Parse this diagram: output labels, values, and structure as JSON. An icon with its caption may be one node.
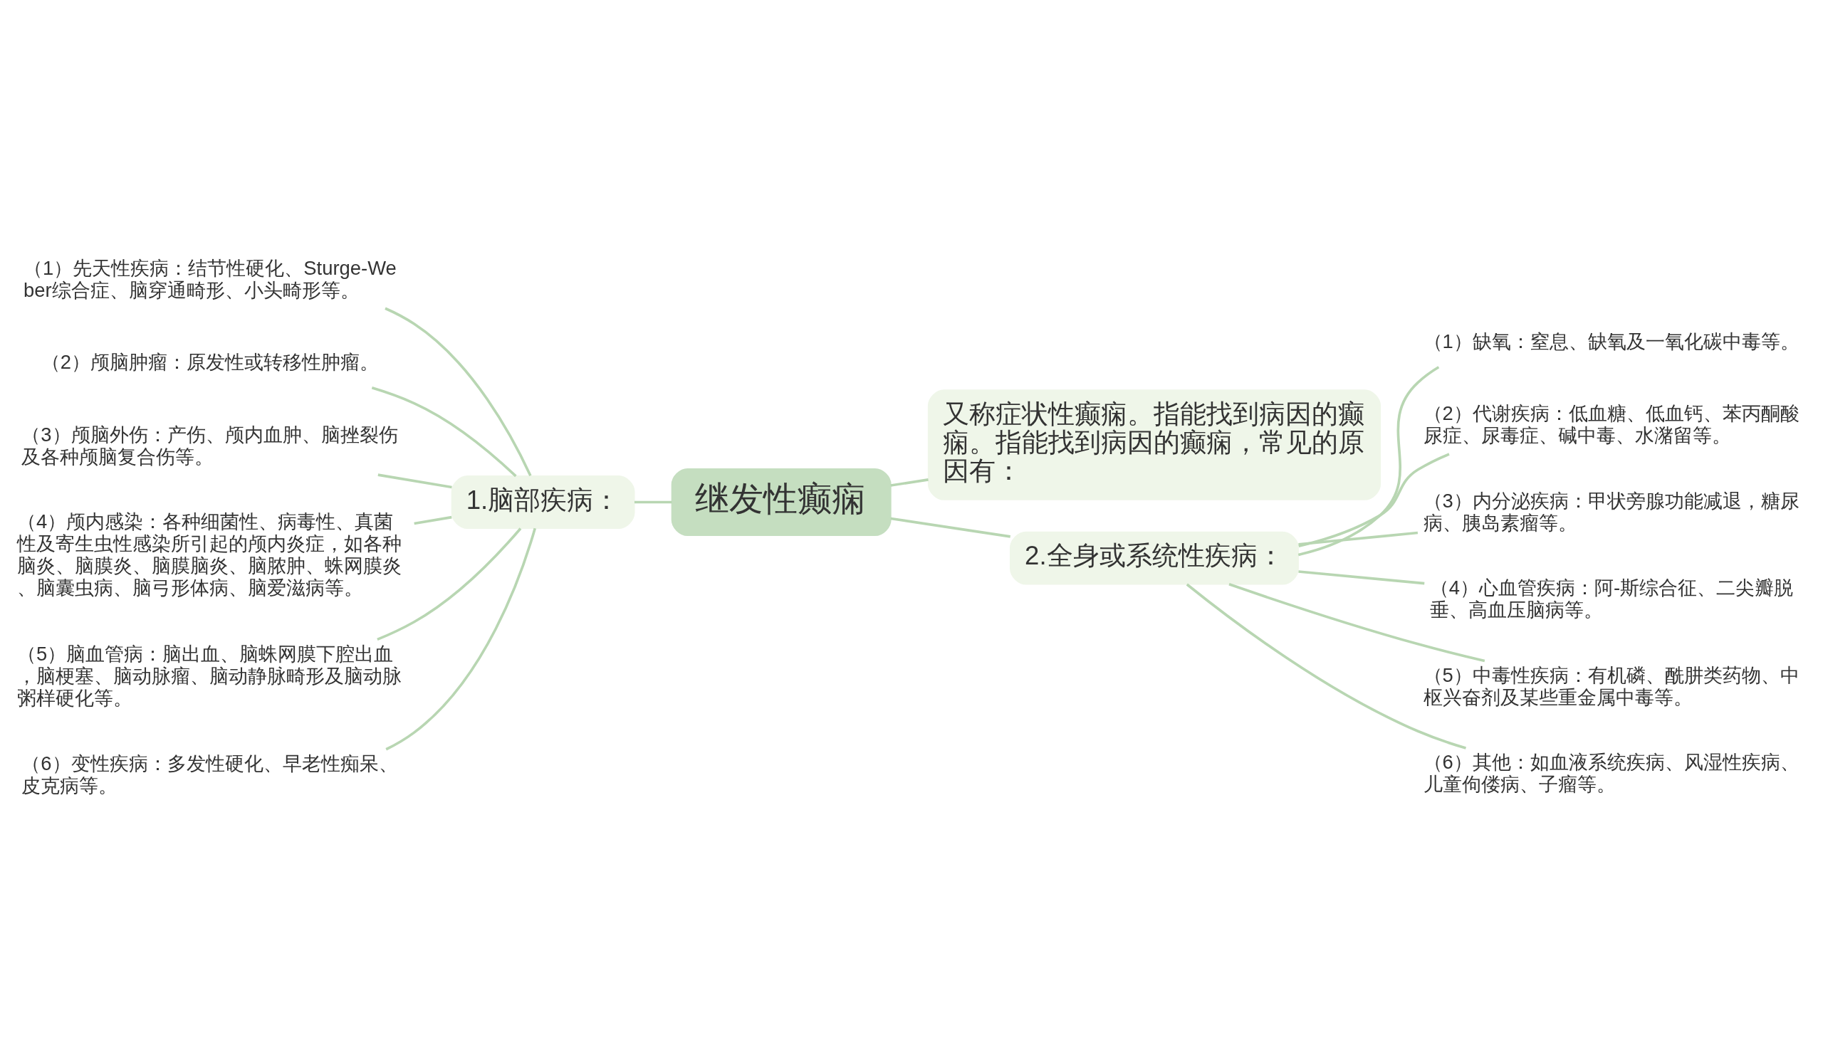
{
  "diagram": {
    "nodes": [
      {
        "text": [
          "继发性癫痫"
        ]
      },
      {
        "text": [
          "1.脑部疾病："
        ]
      },
      {
        "text": [
          "（1）先天性疾病：结节性硬化、Sturge-Weber综合症、脑穿通畸形、小头畸形等。"
        ]
      },
      {
        "text": [
          "（2）颅脑肿瘤：原发性或转移性肿瘤。"
        ]
      },
      {
        "text": [
          "（3）颅脑外伤：产伤、颅内血肿、脑挫裂伤及各种颅脑复合伤等。"
        ]
      },
      {
        "text": [
          "（4）颅内感染：各种细菌性、病毒性、真菌性及寄生虫性感染所引起的颅内炎症，如各种脑炎、脑膜炎、脑膜脑炎、脑脓肿、蛛网膜炎、脑囊虫病、脑弓形体病、脑爱滋病等。"
        ]
      },
      {
        "text": [
          "（5）脑血管病：脑出血、脑蛛网膜下腔出血，脑梗塞、脑动脉瘤、脑动静脉畸形及脑动脉粥样硬化等。"
        ]
      },
      {
        "text": [
          "（6）变性疾病：多发性硬化、早老性痴呆、皮克病等。"
        ]
      },
      {
        "text": [
          "又称症状性癫痫。指能找到病因的癫痫。指能找到病因的癫痫，常见的原因有："
        ]
      },
      {
        "text": [
          "2.全身或系统性疾病："
        ]
      },
      {
        "text": [
          "（1）缺氧：窒息、缺氧及一氧化碳中毒等。"
        ]
      },
      {
        "text": [
          "（2）代谢疾病：低血糖、低血钙、苯丙酮酸尿症、尿毒症、碱中毒、水潴留等。"
        ]
      },
      {
        "text": [
          "（3）内分泌疾病：甲状旁腺功能减退，糖尿病、胰岛素瘤等。"
        ]
      },
      {
        "text": [
          "（4）心血管疾病：阿-斯综合征、二尖瓣脱垂、高血压脑病等。"
        ]
      },
      {
        "text": [
          "（5）中毒性疾病：有机磷、酰肼类药物、中枢兴奋剂及某些重金属中毒等。"
        ]
      },
      {
        "text": [
          "（6）其他：如血液系统疾病、风湿性疾病、儿童佝偻病、子瘤等。"
        ]
      }
    ],
    "edges": [
      {
        "from": 0,
        "to": 1,
        "arrow": "none"
      },
      {
        "from": 1,
        "to": 2,
        "arrow": "none"
      },
      {
        "from": 1,
        "to": 3,
        "arrow": "none"
      },
      {
        "from": 1,
        "to": 4,
        "arrow": "none"
      },
      {
        "from": 1,
        "to": 5,
        "arrow": "none"
      },
      {
        "from": 1,
        "to": 6,
        "arrow": "none"
      },
      {
        "from": 1,
        "to": 7,
        "arrow": "none"
      },
      {
        "from": 0,
        "to": 8,
        "arrow": "none"
      },
      {
        "from": 0,
        "to": 9,
        "arrow": "none"
      },
      {
        "from": 9,
        "to": 10,
        "arrow": "none"
      },
      {
        "from": 9,
        "to": 11,
        "arrow": "none"
      },
      {
        "from": 9,
        "to": 12,
        "arrow": "none"
      },
      {
        "from": 9,
        "to": 13,
        "arrow": "none"
      },
      {
        "from": 9,
        "to": 14,
        "arrow": "none"
      },
      {
        "from": 9,
        "to": 15,
        "arrow": "none"
      }
    ]
  }
}
